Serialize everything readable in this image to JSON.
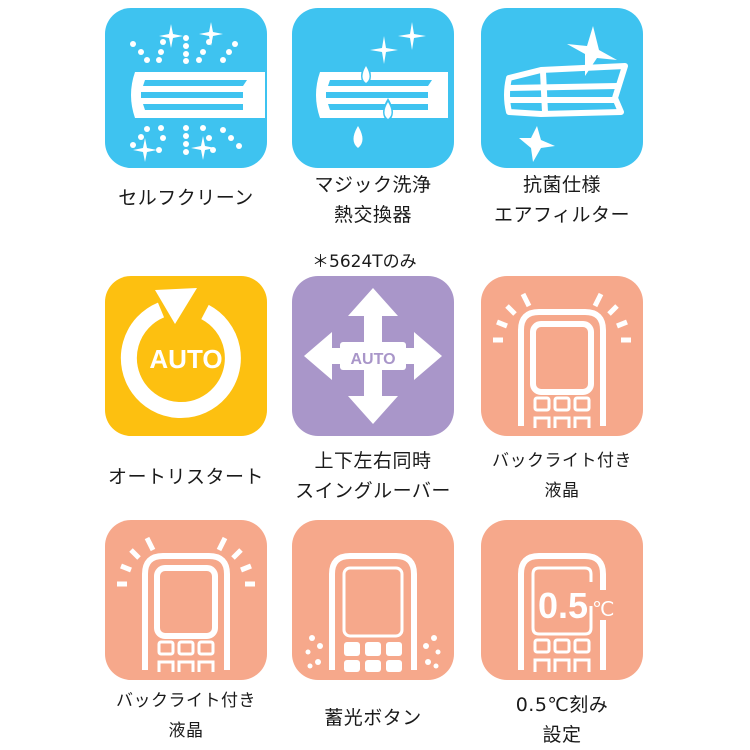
{
  "colors": {
    "blue": "#3ec3f0",
    "yellow": "#fdc010",
    "purple": "#a996c9",
    "salmon": "#f6a88b",
    "icon_fg": "#ffffff",
    "text": "#1a1a1a"
  },
  "features": [
    {
      "id": "self-clean",
      "icon": "aircon-sparkle-icon",
      "line1": "セルフクリーン",
      "line2": ""
    },
    {
      "id": "magic-wash",
      "icon": "aircon-droplet-icon",
      "line1": "マジック洗浄",
      "line2": "熱交換器"
    },
    {
      "id": "antibacterial-filter",
      "icon": "filter-sparkle-icon",
      "line1": "抗菌仕様",
      "line2": "エアフィルター"
    },
    {
      "id": "auto-restart",
      "icon": "auto-restart-icon",
      "line1": "オートリスタート",
      "line2": "",
      "badge": "AUTO"
    },
    {
      "id": "swing-louver",
      "icon": "four-way-arrows-icon",
      "line1": "上下左右同時",
      "line2": "スイングルーバー",
      "badge": "AUTO",
      "note": "＊5624Tのみ"
    },
    {
      "id": "backlight-lcd-1",
      "icon": "remote-backlight-icon",
      "line1": "バックライト付き",
      "line2": "液晶"
    },
    {
      "id": "backlight-lcd-2",
      "icon": "remote-backlight-icon",
      "line1": "バックライト付き",
      "line2": "液晶"
    },
    {
      "id": "luminous-buttons",
      "icon": "remote-glow-buttons-icon",
      "line1": "蓄光ボタン",
      "line2": ""
    },
    {
      "id": "half-degree",
      "icon": "remote-temperature-icon",
      "line1": "0.5℃刻み",
      "line2": "設定",
      "badge": "0.5",
      "unit": "℃"
    }
  ]
}
